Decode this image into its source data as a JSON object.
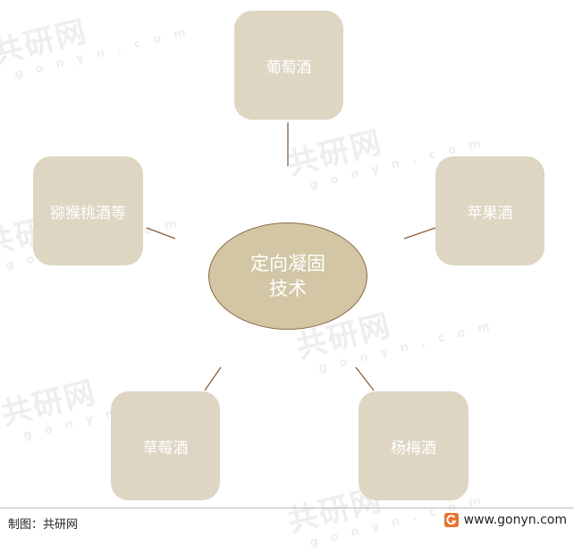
{
  "watermark": {
    "brand": "共研网",
    "domain": "g o n y n . c o m"
  },
  "center": {
    "line1": "定向凝固",
    "line2": "技术"
  },
  "nodes": {
    "top": "葡萄酒",
    "upper_left": "猕猴桃酒等",
    "upper_right": "苹果酒",
    "lower_left": "草莓酒",
    "lower_right": "杨梅酒"
  },
  "footer": {
    "credit": "制图：共研网",
    "website": "www.gonyn.com"
  },
  "colors": {
    "node_fill": "#ded6c3",
    "center_fill": "#d2c6a5",
    "center_border": "#8e6a44",
    "connector": "#8a5e3b",
    "logo_accent": "#e8732c"
  }
}
